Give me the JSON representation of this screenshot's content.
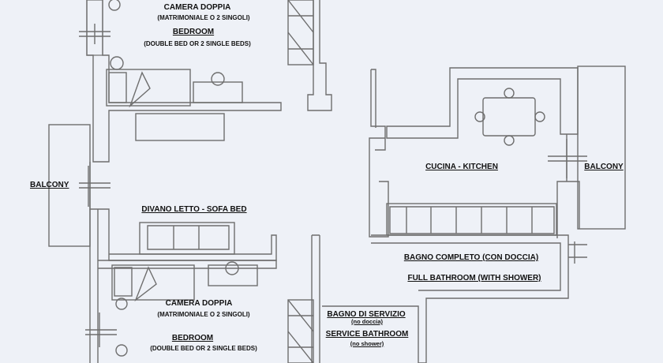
{
  "labels": {
    "camera_doppia_top": "CAMERA DOPPIA",
    "matrimoniale_top": "(MATRIMONIALE O 2 SINGOLI)",
    "bedroom_top": "BEDROOM",
    "double_bed_top": "(DOUBLE BED OR 2 SINGLE BEDS)",
    "balcony_left": "BALCONY",
    "divano_letto": "DIVANO LETTO  -  SOFA BED",
    "camera_doppia_bottom": "CAMERA DOPPIA",
    "matrimoniale_bottom": "(MATRIMONIALE O 2 SINGOLI)",
    "bedroom_bottom": "BEDROOM",
    "double_bed_bottom": "(DOUBLE BED OR 2 SINGLE BEDS)",
    "cucina_kitchen": "CUCINA - KITCHEN",
    "balcony_right": "BALCONY",
    "bagno_completo": "BAGNO COMPLETO (CON DOCCIA)",
    "full_bathroom": "FULL BATHROOM  (WITH SHOWER)",
    "bagno_servizio": "BAGNO DI SERVIZIO",
    "no_doccia": "(no doccia)",
    "service_bathroom": "SERVICE BATHROOM",
    "no_shower": "(no shower)"
  },
  "colors": {
    "background": "#eef1f7",
    "wall": "#666666",
    "wall_fill": "#f6f7fa",
    "text": "#111111"
  }
}
